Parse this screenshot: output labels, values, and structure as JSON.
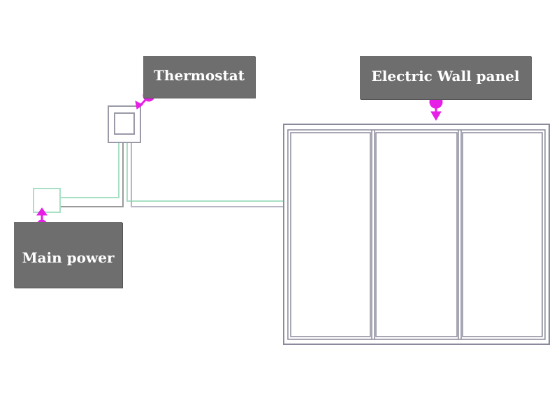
{
  "labels": {
    "thermostat": "Thermostat",
    "wall_panel": "Electric Wall panel",
    "main_power": "Main power"
  },
  "colors": {
    "label_bg": "#6e6e6e",
    "label_text": "#ffffff",
    "marker": "#e61ee6",
    "wire_green": "#a8e0c4",
    "wire_gray": "#9a9a9a",
    "panel_outline": "#8a8a9c"
  },
  "icons": {
    "marker": "pin-arrow-icon"
  }
}
